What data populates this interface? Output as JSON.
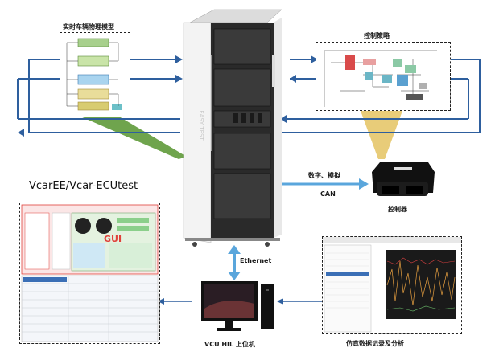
{
  "labels": {
    "vehicle_model": "实时车辆物理模型",
    "control_strategy": "控制策略",
    "software": "VcarEE/Vcar-ECUtest",
    "digital_analog": "数字、模拟",
    "can": "CAN",
    "controller": "控制器",
    "ethernet": "Ethernet",
    "host": "VCU HIL 上位机",
    "data_analysis": "仿真数据记录及分析",
    "gui": "GUI"
  },
  "colors": {
    "arrow_blue": "#2e5f9e",
    "light_arrow": "#5aa6dc",
    "gui_red": "#e0413a",
    "cabinet_panel": "#2a2a2a",
    "cone_green": "#5f9a3a",
    "cone_yellow": "#e6c66a"
  },
  "icons": {
    "controller": "ecu-controller-icon",
    "host": "monitor-icon",
    "cabinet": "hil-cabinet-icon"
  }
}
